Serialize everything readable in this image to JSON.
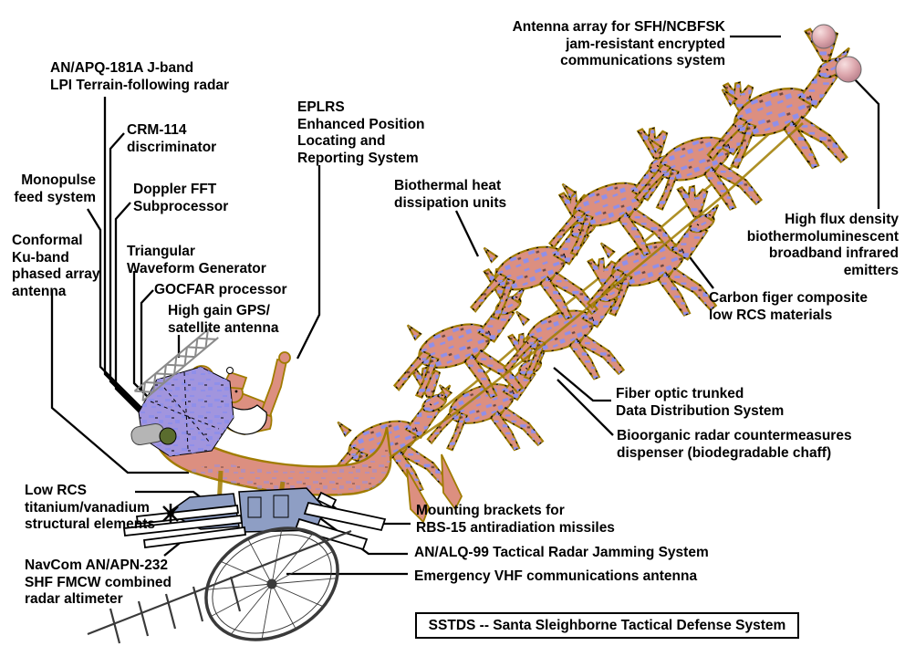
{
  "title": "SSTDS -- Santa Sleighborne Tactical Defense System",
  "labels": {
    "antenna_array": {
      "text": "Antenna array for SFH/NCBFSK\njam-resistant encrypted\ncommunications system"
    },
    "apq181": {
      "text": "AN/APQ-181A J-band\nLPI Terrain-following radar"
    },
    "crm114": {
      "text": "CRM-114\ndiscriminator"
    },
    "monopulse": {
      "text": "Monopulse\nfeed system"
    },
    "doppler": {
      "text": "Doppler FFT\nSubprocessor"
    },
    "conformal": {
      "text": "Conformal\nKu-band\nphased array\nantenna"
    },
    "triangular": {
      "text": "Triangular\nWaveform Generator"
    },
    "gocfar": {
      "text": "GOCFAR processor"
    },
    "gps": {
      "text": "High gain GPS/\nsatellite antenna"
    },
    "eplrs": {
      "text": "EPLRS\nEnhanced Position\nLocating and\nReporting System"
    },
    "biothermal": {
      "text": "Biothermal heat\ndissipation units"
    },
    "high_flux": {
      "text": "High flux density\nbiothermoluminescent\nbroadband infrared\nemitters"
    },
    "carbon": {
      "text": "Carbon figer composite\nlow RCS materials"
    },
    "fiber": {
      "text": "Fiber optic trunked\nData Distribution System"
    },
    "bioorganic": {
      "text": "Bioorganic radar countermeasures\ndispenser (biodegradable chaff)"
    },
    "low_rcs": {
      "text": "Low RCS\ntitanium/vanadium\nstructural elements"
    },
    "navcom": {
      "text": "NavCom AN/APN-232\nSHF FMCW combined\nradar altimeter"
    },
    "mounting": {
      "text": "Mounting brackets for\nRBS-15 antiradiation missiles"
    },
    "alq99": {
      "text": "AN/ALQ-99 Tactical Radar Jamming System"
    },
    "vhf": {
      "text": "Emergency VHF communications antenna"
    }
  },
  "colors": {
    "salmon": "#dc8f80",
    "blue": "#8f8fea",
    "gold": "#a07c00",
    "slate": "#8e9ec4",
    "gray": "#8a8a8a",
    "bg": "#ffffff",
    "text": "#000000"
  }
}
